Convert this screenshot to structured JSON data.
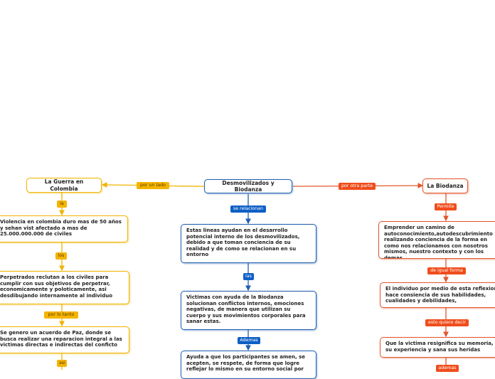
{
  "colors": {
    "blue": "#1f5fb0",
    "yellow": "#f0b400",
    "red": "#e2572e"
  },
  "nodes": {
    "center": "Desmovilizados y Biodanza",
    "left_title": "La Guerra en Colombia",
    "right_title": "La Biodanza",
    "c1": "Estas lineas ayudan en el desarrollo potencial interno de los desmovilizados, debido a que toman conciencia de su realidad y de como se relacionan en su entorno",
    "c2": "Victimas con ayuda de la Biodanza solucionan conflictos internos, emociones negativas, de manera que utilizan su cuerpo y sus movimientos corporales para sanar estas.",
    "c3": "Ayuda a que los participantes se amen, se acepten, se respete, de forma que logre reflejar lo mismo en su entorno social por",
    "l1": "Violencia en colombia duro mas de 50 años y sehan vist afectado a mas de 25.000.000.000 de civiles",
    "l2": "Perpetrados reclutan a los civiles para cumplir con sus objetivos de perpetrar, economicamente y poloticamente, asi desdibujando internamente al individuo",
    "l3": "Se genero un acuerdo de Paz, donde se busca realizar una reparacion integral a las victimas directas e indirectas del conficto",
    "r1": "Emprender un camino de autoconocimiento,autodescubrimiento realizando conciencia de la forma en como nos relacionamos con nosotros mismos, nuestro contexto y con los demas",
    "r2": "El individuo por medio de esta reflexion hace consiencia de sus habilidades, cualidades y debilidades,",
    "r3": "Que la victima resignifica su memoria, su experiencia y sana sus heridas"
  },
  "labels": {
    "por_un_lado": "por un lado",
    "por_otra_parte": "por otra parte",
    "se_relacionan": "se relacionan",
    "las": "las",
    "ademas_c": "Ademas",
    "la": "la",
    "los": "los",
    "por_lo_tanto": "por lo tanto",
    "asi": "asi",
    "permite": "Permite",
    "de_igual_forma": "de igual forma",
    "esto_quiere_decir": "esto quiere decir",
    "ademas_r": "ademas"
  }
}
